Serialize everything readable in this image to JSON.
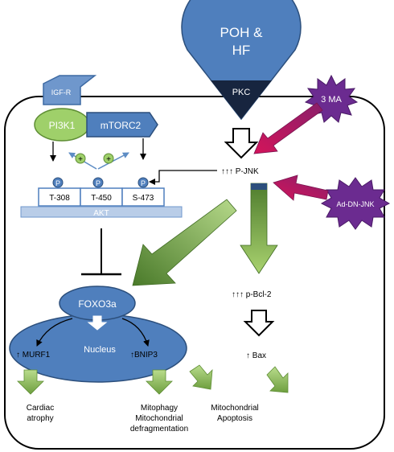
{
  "colors": {
    "blue": "#4f7fbd",
    "blue_dark": "#2c4f7c",
    "navy": "#17253f",
    "green_light": "#9ccb6a",
    "green_dark": "#4e7c2d",
    "purple": "#6b2b90",
    "magenta": "#c8155a",
    "akt_bar": "#b9cde8"
  },
  "pkc_source": {
    "line1": "POH &",
    "line2": "HF",
    "kinase": "PKC"
  },
  "receptor": {
    "label": "IGF-R"
  },
  "pi3k": {
    "label": "PI3K1"
  },
  "mtorc2": {
    "label": "mTORC2"
  },
  "akt": {
    "label": "AKT",
    "sites": [
      "T-308",
      "T-450",
      "S-473"
    ],
    "phospho": "P",
    "plus": "+"
  },
  "pjnk": {
    "label": "↑↑↑ P-JNK"
  },
  "inhibitors": {
    "ma3": "3 MA",
    "ad_dn_jnk": "Ad-DN-JNK"
  },
  "pbcl2": {
    "label": "↑↑↑ p-Bcl-2"
  },
  "bax": {
    "label": "↑ Bax"
  },
  "foxo": {
    "label": "FOXO3a"
  },
  "nucleus": {
    "label": "Nucleus",
    "murf1": "↑ MURF1",
    "bnip3": "↑BNIP3"
  },
  "outcomes": {
    "cardiac_1": "Cardiac",
    "cardiac_2": "atrophy",
    "mito_1": "Mitophagy",
    "mito_2": "Mitochondrial",
    "mito_3": "defragmentation",
    "apop_1": "Mitochondrial",
    "apop_2": "Apoptosis"
  }
}
